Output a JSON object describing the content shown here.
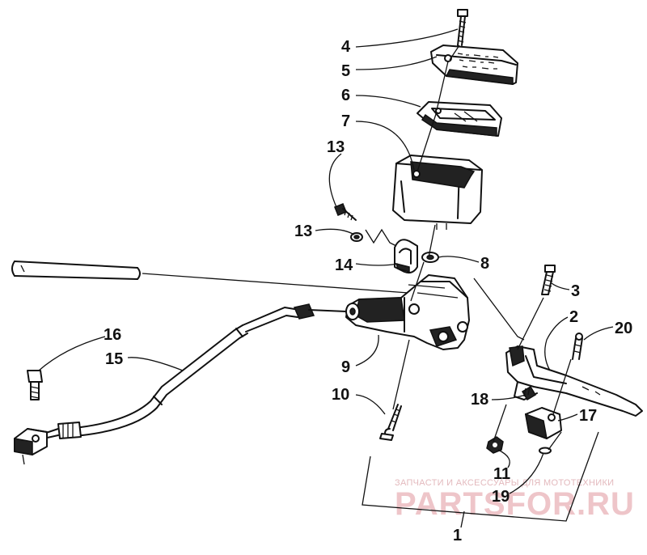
{
  "callouts": [
    {
      "id": "c4",
      "text": "4"
    },
    {
      "id": "c5",
      "text": "5"
    },
    {
      "id": "c6",
      "text": "6"
    },
    {
      "id": "c7",
      "text": "7"
    },
    {
      "id": "c13a",
      "text": "13"
    },
    {
      "id": "c13b",
      "text": "13"
    },
    {
      "id": "c14",
      "text": "14"
    },
    {
      "id": "c8",
      "text": "8"
    },
    {
      "id": "c3",
      "text": "3"
    },
    {
      "id": "c2",
      "text": "2"
    },
    {
      "id": "c20",
      "text": "20"
    },
    {
      "id": "c16",
      "text": "16"
    },
    {
      "id": "c15",
      "text": "15"
    },
    {
      "id": "c9",
      "text": "9"
    },
    {
      "id": "c10",
      "text": "10"
    },
    {
      "id": "c18",
      "text": "18"
    },
    {
      "id": "c17",
      "text": "17"
    },
    {
      "id": "c11",
      "text": "11"
    },
    {
      "id": "c19",
      "text": "19"
    },
    {
      "id": "c1",
      "text": "1"
    }
  ],
  "watermark": {
    "tagline": "ЗАПЧАСТИ И АКСЕССУАРЫ ДЛЯ МОТОТЕХНИКИ",
    "brand": "PARTSFOR.RU",
    "color": "#e8b4b8"
  }
}
